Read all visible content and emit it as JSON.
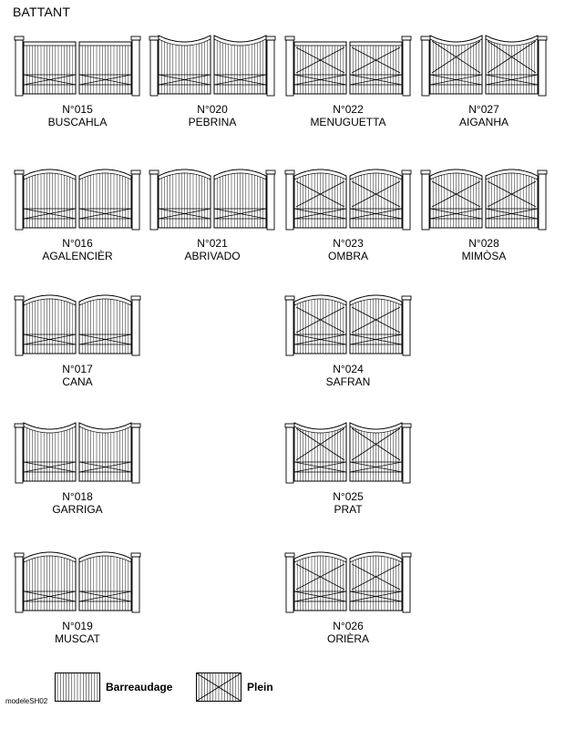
{
  "page": {
    "title": "BATTANT",
    "model_ref": "modeleSH02"
  },
  "gates": [
    {
      "number": "N°015",
      "name": "BUSCAHLA",
      "top": "flat",
      "infill": "barreaudage"
    },
    {
      "number": "N°020",
      "name": "PEBRINA",
      "top": "concave",
      "infill": "barreaudage"
    },
    {
      "number": "N°022",
      "name": "MENUGUETTA",
      "top": "flat",
      "infill": "plein"
    },
    {
      "number": "N°027",
      "name": "AIGANHA",
      "top": "concave",
      "infill": "plein"
    },
    {
      "number": "N°016",
      "name": "AGALENCIÈR",
      "top": "convex",
      "infill": "barreaudage"
    },
    {
      "number": "N°021",
      "name": "ABRIVADO",
      "top": "convex",
      "infill": "barreaudage"
    },
    {
      "number": "N°023",
      "name": "OMBRA",
      "top": "convex",
      "infill": "plein"
    },
    {
      "number": "N°028",
      "name": "MIMÒSA",
      "top": "convex",
      "infill": "plein"
    },
    {
      "number": "N°017",
      "name": "CANA",
      "top": "convex",
      "infill": "barreaudage"
    },
    {
      "number": "N°024",
      "name": "SAFRAN",
      "top": "convex",
      "infill": "plein"
    },
    {
      "number": "N°018",
      "name": "GARRIGA",
      "top": "concave",
      "infill": "barreaudage"
    },
    {
      "number": "N°025",
      "name": "PRAT",
      "top": "concave",
      "infill": "plein"
    },
    {
      "number": "N°019",
      "name": "MUSCAT",
      "top": "convex",
      "infill": "barreaudage"
    },
    {
      "number": "N°026",
      "name": "ORIÈRA",
      "top": "convex",
      "infill": "plein"
    }
  ],
  "legend": {
    "barreaudage_label": "Barreaudage",
    "plein_label": "Plein"
  }
}
